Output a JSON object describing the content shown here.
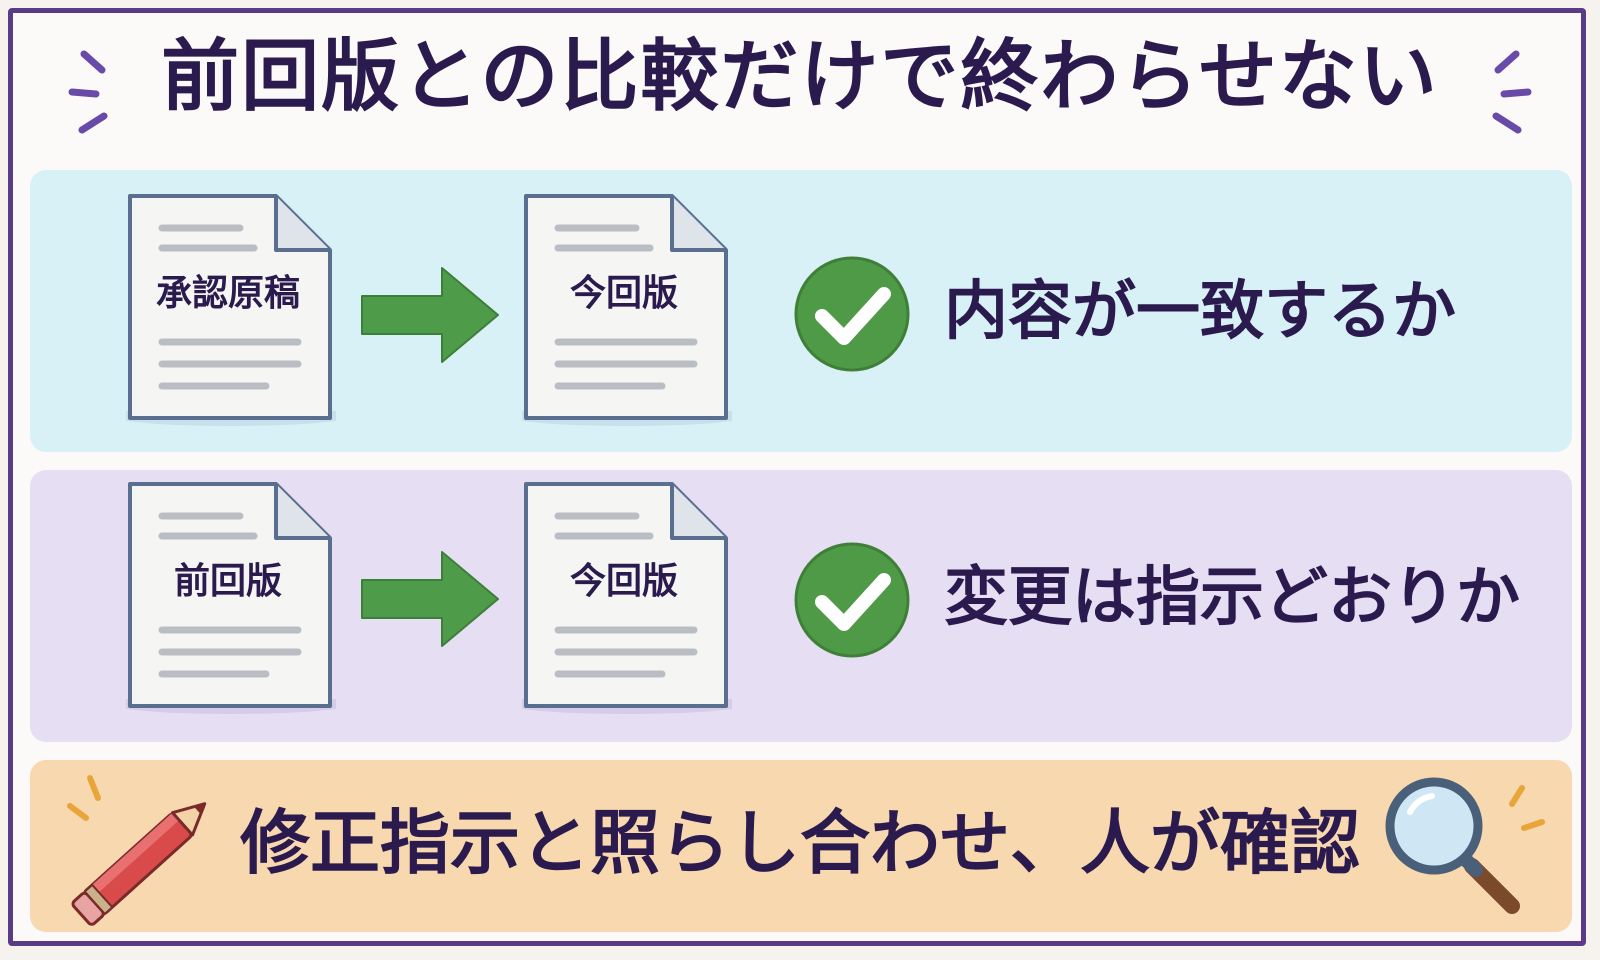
{
  "title": "前回版との比較だけで終わらせない",
  "rows": [
    {
      "from_label": "承認原稿",
      "to_label": "今回版",
      "result": "内容が一致するか"
    },
    {
      "from_label": "前回版",
      "to_label": "今回版",
      "result": "変更は指示どおりか"
    }
  ],
  "footer": {
    "text": "修正指示と照らし合わせ、人が確認"
  },
  "icons": {
    "row_pair_arrow": "right-arrow-icon",
    "row_result": "checkmark-icon",
    "footer_left": "pencil-icon",
    "footer_right": "magnifier-icon",
    "document": "document-icon"
  },
  "colors": {
    "title_text": "#2b1a4e",
    "frame": "#5b3b86",
    "panel_row1": "#d8f1f6",
    "panel_row2": "#e6dff4",
    "panel_footer": "#f8d8ae",
    "arrow_green": "#4e9c4a",
    "check_green": "#4f9a46",
    "pencil_red": "#d94a4a",
    "magnifier_lens": "#cfe7f5"
  }
}
